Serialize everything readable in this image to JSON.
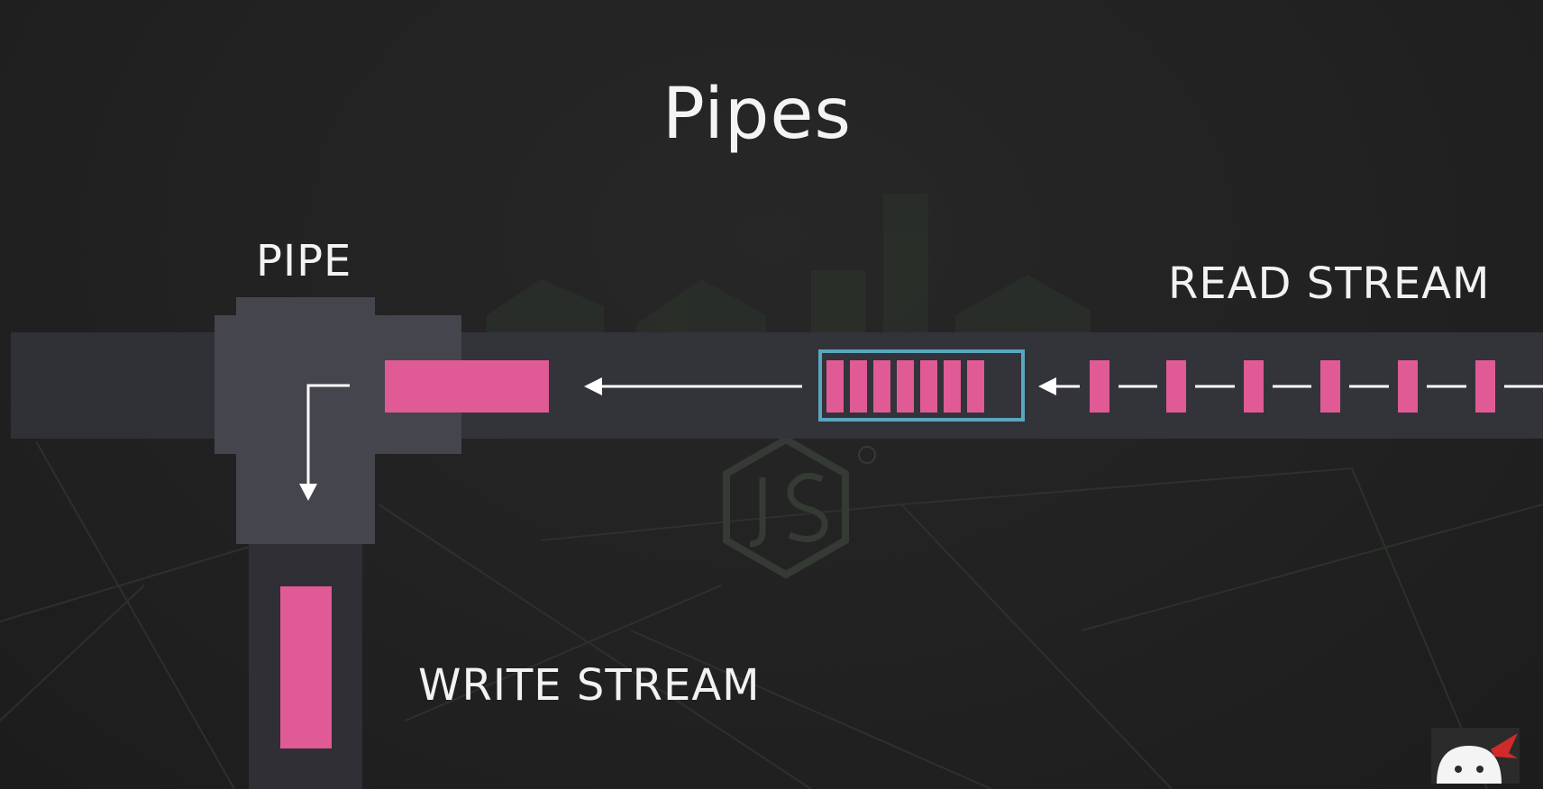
{
  "slide": {
    "title": "Pipes"
  },
  "labels": {
    "pipe": "PIPE",
    "read_stream": "READ STREAM",
    "write_stream": "WRITE STREAM"
  },
  "icons": {
    "background_logo": "nodejs-logo-icon",
    "corner_badge": "channel-logo-icon"
  },
  "colors": {
    "background": "#212121",
    "pipe": "#33333a",
    "pipe_joint": "#45454d",
    "chunk": "#e05a95",
    "buffer_border": "#5aa6bf",
    "arrow": "#ffffff",
    "text": "#f2f2f2"
  },
  "diagram": {
    "buffer_chunk_count": 7,
    "incoming_chunk_count": 6
  }
}
